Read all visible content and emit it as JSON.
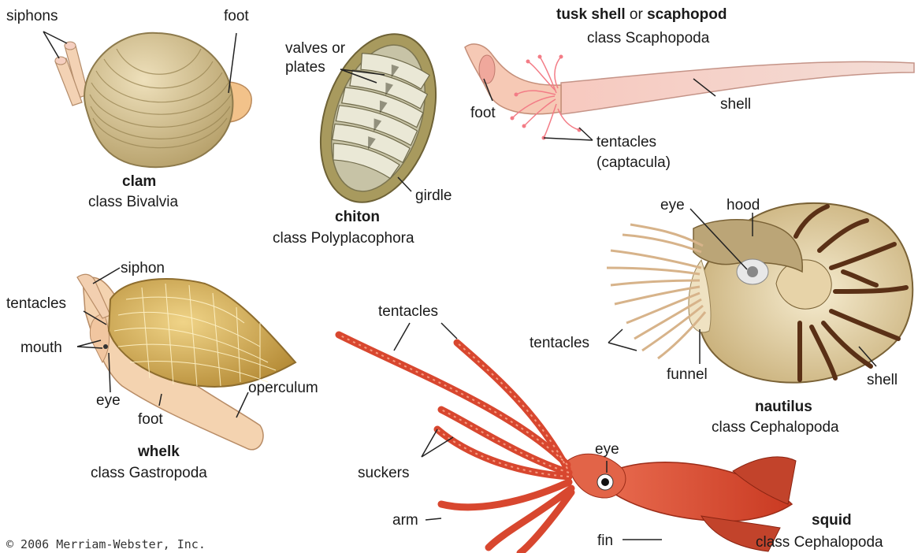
{
  "animals": {
    "clam": {
      "name": "clam",
      "class": "class Bivalvia",
      "labels": {
        "siphons": "siphons",
        "foot": "foot"
      }
    },
    "chiton": {
      "name": "chiton",
      "class": "class Polyplacophora",
      "labels": {
        "valves": "valves or\nplates",
        "girdle": "girdle"
      }
    },
    "tusk": {
      "name_a": "tusk shell",
      "name_or": " or ",
      "name_b": "scaphopod",
      "class": "class Scaphopoda",
      "labels": {
        "foot": "foot",
        "shell": "shell",
        "tentacles": "tentacles",
        "captacula": "(captacula)"
      }
    },
    "whelk": {
      "name": "whelk",
      "class": "class Gastropoda",
      "labels": {
        "siphon": "siphon",
        "tentacles": "tentacles",
        "mouth": "mouth",
        "eye": "eye",
        "foot": "foot",
        "operculum": "operculum"
      }
    },
    "nautilus": {
      "name": "nautilus",
      "class": "class Cephalopoda",
      "labels": {
        "eye": "eye",
        "hood": "hood",
        "tentacles": "tentacles",
        "funnel": "funnel",
        "shell": "shell"
      }
    },
    "squid": {
      "name": "squid",
      "class": "class Cephalopoda",
      "labels": {
        "tentacles": "tentacles",
        "suckers": "suckers",
        "eye": "eye",
        "arm": "arm",
        "fin": "fin"
      }
    }
  },
  "copyright": "© 2006 Merriam-Webster, Inc.",
  "colors": {
    "clam_shell": "#d9c9a0",
    "foot": "#f2c28a",
    "chiton": "#8a7a4a",
    "tusk": "#f4cfc8",
    "whelk": "#d8b55c",
    "nautilus": "#e7d9b0",
    "squid": "#e0523a"
  }
}
